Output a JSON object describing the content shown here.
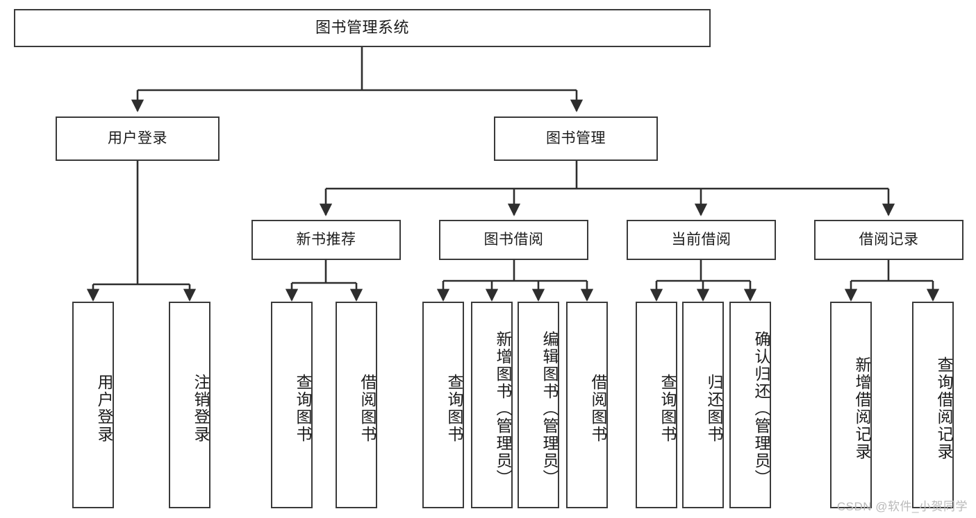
{
  "diagram": {
    "title": "图书管理系统",
    "watermark": "CSDN @软件_小贺同学",
    "colors": {
      "border": "#3a3a3a",
      "background": "#ffffff",
      "text": "#1b1b1b",
      "watermark": "#b9b9b9"
    },
    "root": {
      "label": "图书管理系统"
    },
    "level2": [
      {
        "label": "用户登录"
      },
      {
        "label": "图书管理"
      }
    ],
    "level3": [
      {
        "label": "新书推荐"
      },
      {
        "label": "图书借阅"
      },
      {
        "label": "当前借阅"
      },
      {
        "label": "借阅记录"
      }
    ],
    "leaves": {
      "user_login": [
        {
          "label": "用户登录"
        },
        {
          "label": "注销登录"
        }
      ],
      "new_book_recommend": [
        {
          "label": "查询图书"
        },
        {
          "label": "借阅图书"
        }
      ],
      "book_borrow": [
        {
          "label": "查询图书"
        },
        {
          "label": "新增图书（管理员）"
        },
        {
          "label": "编辑图书（管理员）"
        },
        {
          "label": "借阅图书"
        }
      ],
      "current_borrow": [
        {
          "label": "查询图书"
        },
        {
          "label": "归还图书"
        },
        {
          "label": "确认归还（管理员）"
        }
      ],
      "borrow_record": [
        {
          "label": "新增借阅记录"
        },
        {
          "label": "查询借阅记录"
        }
      ]
    }
  }
}
